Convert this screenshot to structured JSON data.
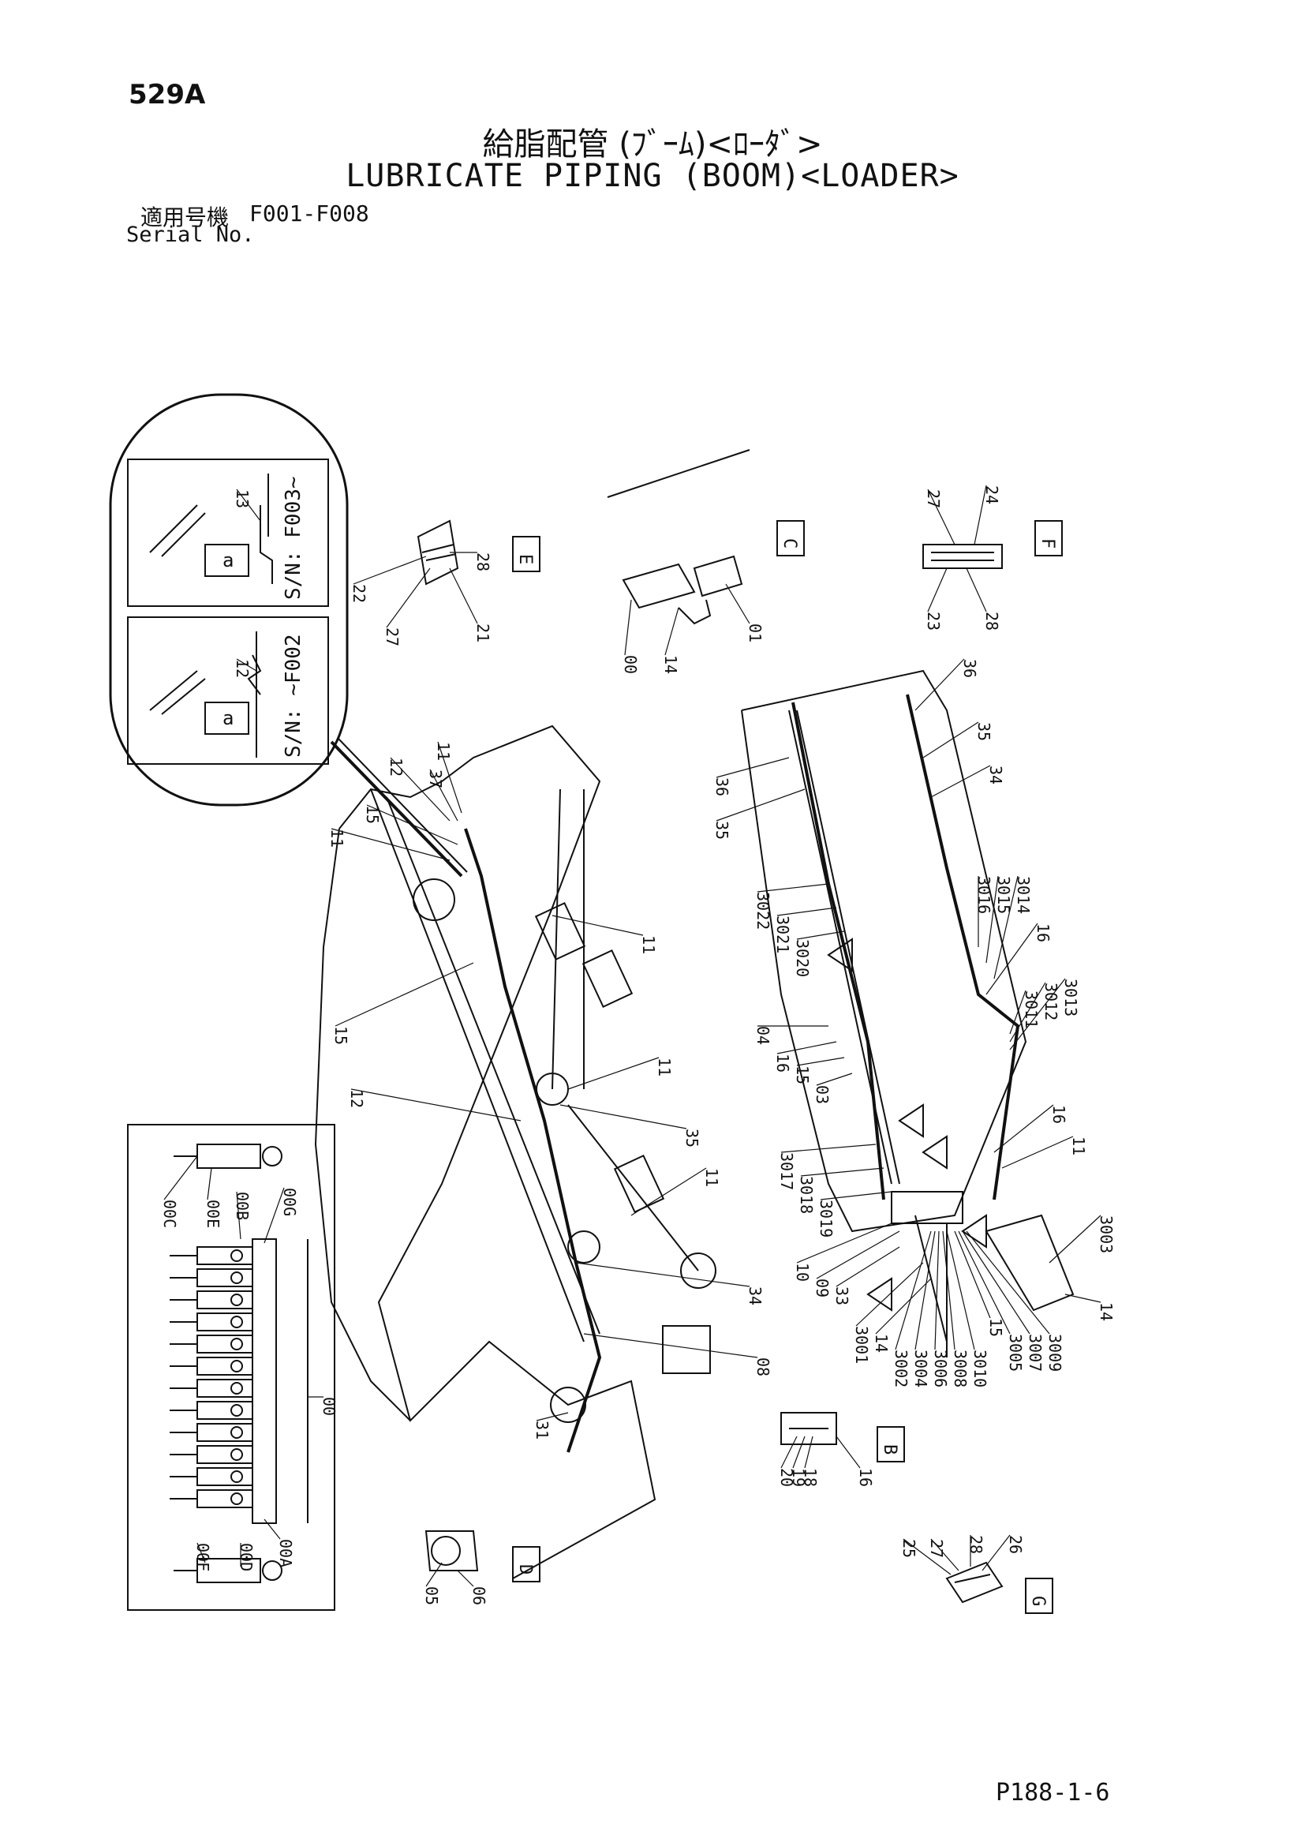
{
  "header": {
    "page_id": "529A",
    "title_jp": "給脂配管 (ﾌﾞｰﾑ)<ﾛｰﾀﾞ>",
    "title_en": "LUBRICATE PIPING (BOOM)<LOADER>",
    "serial_label_jp": "適用号機",
    "serial_range": "F001-F008",
    "serial_label_en": "Serial No."
  },
  "footer": {
    "page_number": "P188-1-6"
  },
  "detail_views": {
    "sn_late": "S/N: F003~",
    "sn_early": "S/N: ~F002",
    "detail_letter": "a"
  },
  "view_labels": [
    "B",
    "C",
    "D",
    "E",
    "F",
    "G"
  ],
  "callouts": {
    "c00": "00",
    "c00A": "00A",
    "c00B": "00B",
    "c00C": "00C",
    "c00D": "00D",
    "c00E": "00E",
    "c00F": "00F",
    "c00G": "00G",
    "c01": "01",
    "c03": "03",
    "c04": "04",
    "c05": "05",
    "c06": "06",
    "c08": "08",
    "c09": "09",
    "c10": "10",
    "c11": "11",
    "c12": "12",
    "c13": "13",
    "c14": "14",
    "c15": "15",
    "c16": "16",
    "c18": "18",
    "c19": "19",
    "c20": "20",
    "c21": "21",
    "c22": "22",
    "c23": "23",
    "c24": "24",
    "c25": "25",
    "c26": "26",
    "c27": "27",
    "c28": "28",
    "c31": "31",
    "c33": "33",
    "c34": "34",
    "c35": "35",
    "c36": "36",
    "c37": "37",
    "c3001": "3001",
    "c3002": "3002",
    "c3003": "3003",
    "c3004": "3004",
    "c3005": "3005",
    "c3006": "3006",
    "c3007": "3007",
    "c3008": "3008",
    "c3009": "3009",
    "c3010": "3010",
    "c3011": "3011",
    "c3012": "3012",
    "c3013": "3013",
    "c3014": "3014",
    "c3015": "3015",
    "c3016": "3016",
    "c3017": "3017",
    "c3018": "3018",
    "c3019": "3019",
    "c3020": "3020",
    "c3021": "3021",
    "c3022": "3022"
  }
}
